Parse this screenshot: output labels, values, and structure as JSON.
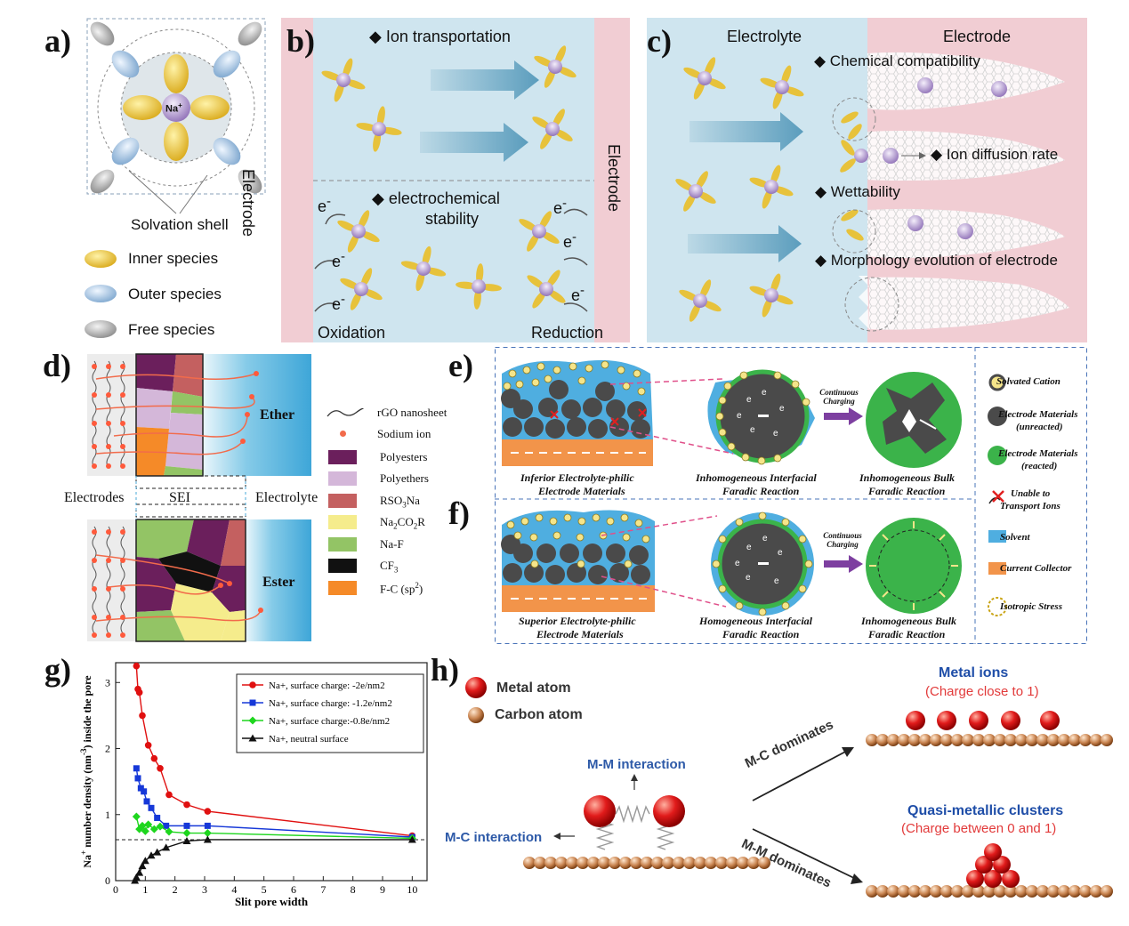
{
  "panel_labels": {
    "a": "a)",
    "b": "b)",
    "c": "c)",
    "d": "d)",
    "e": "e)",
    "f": "f)",
    "g": "g)",
    "h": "h)"
  },
  "colors": {
    "electrolyte_blue": "#cfe5ef",
    "electrode_pink": "#f1cdd3",
    "inner_yellow": "#e7c23b",
    "outer_blue": "#a9c9e6",
    "free_grey": "#b8b8b8",
    "arrow_blue": "#6aa6c2",
    "sodium_purple": "#b9a6d3",
    "solvent_blue": "#4faee0",
    "collector_orange": "#f2944a",
    "reacted_green": "#3bb34a",
    "metal_red": "#e11b1b",
    "carbon_brown": "#b8703c"
  },
  "a": {
    "na_label": "Na",
    "na_charge": "+",
    "solvation_shell": "Solvation shell",
    "legend": [
      {
        "label": "Inner species",
        "icon": "yellow-ellipse"
      },
      {
        "label": "Outer species",
        "icon": "blue-ellipse"
      },
      {
        "label": "Free species",
        "icon": "grey-ellipse"
      }
    ]
  },
  "b": {
    "ion_transport": "Ion transportation",
    "electrochem_line1": "electrochemical",
    "electrochem_line2": "stability",
    "electrode_left": "Electrode",
    "electrode_right": "Electrode",
    "oxidation": "Oxidation",
    "reduction": "Reduction",
    "electron": "e",
    "electron_sup": "-"
  },
  "c": {
    "electrolyte": "Electrolyte",
    "electrode": "Electrode",
    "features": [
      "Chemical compatibility",
      "Ion diffusion rate",
      "Wettability",
      "Morphology evolution of electrode"
    ]
  },
  "d": {
    "ether": "Ether",
    "ester": "Ester",
    "electrodes": "Electrodes",
    "sei": "SEI",
    "electrolyte": "Electrolyte",
    "legend": [
      {
        "label": "rGO nanosheet",
        "color": "line"
      },
      {
        "label": "Sodium ion",
        "color": "#f26b4b"
      },
      {
        "label": "Polyesters",
        "color": "#6b1f5c"
      },
      {
        "label": "Polyethers",
        "color": "#d4b7d9"
      },
      {
        "label": "RSO3Na",
        "main": "RSO",
        "sub": "3",
        "tail": "Na",
        "color": "#c46060"
      },
      {
        "label": "Na2CO2R",
        "main": "Na",
        "sub": "2",
        "tail": "CO",
        "sub2": "2",
        "tail2": "R",
        "color": "#f5ec8c"
      },
      {
        "label": "Na-F",
        "color": "#93c465"
      },
      {
        "label": "CF3",
        "main": "CF",
        "sub": "3",
        "color": "#111111"
      },
      {
        "label": "F-C (sp2)",
        "main": "F-C (sp",
        "sup": "2",
        "tail": ")",
        "color": "#f58a28"
      }
    ]
  },
  "e": {
    "continuous_charging": "Continuous Charging",
    "caption_left": [
      "Inferior Electrolyte-philic",
      "Electrode Materials"
    ],
    "caption_mid": [
      "Inhomogeneous Interfacial",
      "Faradic Reaction"
    ],
    "caption_right": [
      "Inhomogeneous Bulk",
      "Faradic Reaction"
    ]
  },
  "f": {
    "continuous_charging": "Continuous Charging",
    "caption_left": [
      "Superior Electrolyte-philic",
      "Electrode Materials"
    ],
    "caption_mid": [
      "Homogeneous Interfacial",
      "Faradic Reaction"
    ],
    "caption_right": [
      "Inhomogeneous Bulk",
      "Faradic Reaction"
    ]
  },
  "ef_legend": [
    {
      "label": "Solvated Cation",
      "icon": "solvated-cation"
    },
    {
      "label": "Electrode Materials (unreacted)",
      "line1": "Electrode Materials",
      "line2": "(unreacted)",
      "icon": "grey-circle"
    },
    {
      "label": "Electrode Materials (reacted)",
      "line1": "Electrode Materials",
      "line2": "(reacted)",
      "icon": "green-circle"
    },
    {
      "label": "Unable to Transport Ions",
      "line1": "Unable to",
      "line2": "Transport Ions",
      "icon": "red-cross"
    },
    {
      "label": "Solvent",
      "icon": "blue-square"
    },
    {
      "label": "Current Collector",
      "icon": "orange-square"
    },
    {
      "label": "Isotropic Stress",
      "icon": "dashed-circle"
    }
  ],
  "chart_data": {
    "type": "line",
    "xlabel": "Slit pore width",
    "ylabel": "Na+ number density (nm-3) inside the pore",
    "xlim": [
      0,
      10.5
    ],
    "ylim": [
      0,
      3.3
    ],
    "xticks": [
      0,
      1,
      2,
      3,
      4,
      5,
      6,
      7,
      8,
      9,
      10
    ],
    "yticks": [
      0,
      1,
      2,
      3
    ],
    "reference_line_y": 0.62,
    "legend_position": "top-right",
    "series": [
      {
        "name": "Na+, surface charge: -2e/nm2",
        "color": "#e01010",
        "marker": "circle",
        "x": [
          0.7,
          0.75,
          0.8,
          0.9,
          1.1,
          1.3,
          1.5,
          1.8,
          2.4,
          3.1,
          10
        ],
        "y": [
          3.25,
          2.9,
          2.85,
          2.5,
          2.05,
          1.85,
          1.7,
          1.3,
          1.15,
          1.05,
          0.68
        ]
      },
      {
        "name": "Na+, surface charge: -1.2e/nm2",
        "color": "#1638d8",
        "marker": "square",
        "x": [
          0.7,
          0.75,
          0.85,
          0.95,
          1.05,
          1.2,
          1.4,
          1.7,
          2.4,
          3.1,
          10
        ],
        "y": [
          1.7,
          1.55,
          1.4,
          1.35,
          1.2,
          1.1,
          0.95,
          0.83,
          0.83,
          0.83,
          0.66
        ]
      },
      {
        "name": "Na+, surface charge:-0.8e/nm2",
        "color": "#1ed61e",
        "marker": "diamond",
        "x": [
          0.7,
          0.8,
          0.9,
          1.0,
          1.1,
          1.3,
          1.5,
          1.8,
          2.4,
          3.1,
          10
        ],
        "y": [
          0.97,
          0.78,
          0.83,
          0.75,
          0.85,
          0.78,
          0.82,
          0.74,
          0.72,
          0.72,
          0.64
        ]
      },
      {
        "name": "Na+, neutral surface",
        "color": "#111111",
        "marker": "triangle",
        "x": [
          0.65,
          0.7,
          0.8,
          0.9,
          1.0,
          1.2,
          1.4,
          1.7,
          2.4,
          3.1,
          10
        ],
        "y": [
          0.0,
          0.05,
          0.12,
          0.22,
          0.3,
          0.38,
          0.43,
          0.5,
          0.6,
          0.62,
          0.62
        ]
      }
    ]
  },
  "g_axis": {
    "ylabel_main": "Na",
    "ylabel_sup1": "+",
    "ylabel_mid": " number density (nm",
    "ylabel_sup2": "-3",
    "ylabel_end": ") inside the pore"
  },
  "h": {
    "legend": [
      {
        "label": "Metal atom",
        "icon": "red-sphere"
      },
      {
        "label": "Carbon atom",
        "icon": "brown-sphere"
      }
    ],
    "mm_interaction": "M-M interaction",
    "mc_interaction": "M-C interaction",
    "mc_dominates": "M-C dominates",
    "mm_dominates": "M-M dominates",
    "metal_ions": "Metal  ions",
    "metal_ions_charge": "(Charge close to 1)",
    "clusters": "Quasi-metallic clusters",
    "clusters_charge": "(Charge between 0 and 1)"
  }
}
